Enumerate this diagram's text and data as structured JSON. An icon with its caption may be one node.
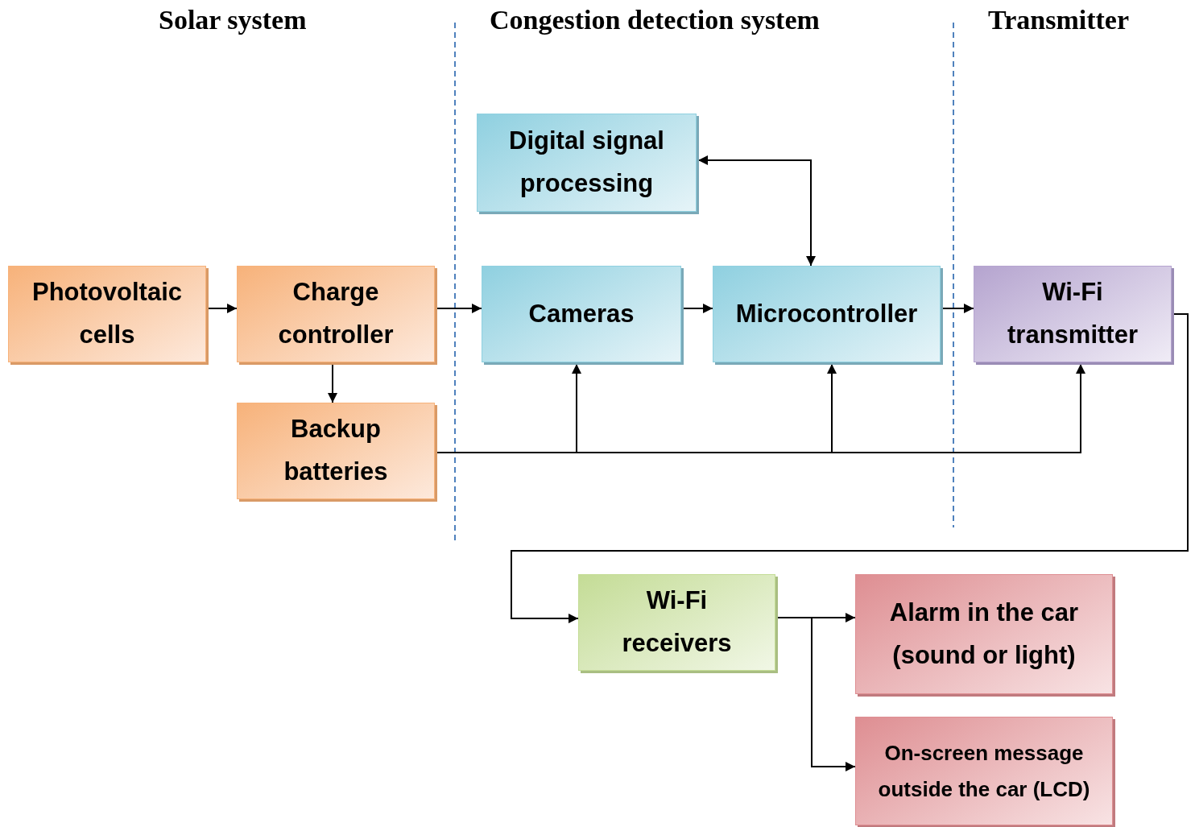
{
  "diagram": {
    "nodes": [
      {
        "text": [
          "Photovoltaic cells"
        ]
      },
      {
        "text": [
          "Charge controller"
        ]
      },
      {
        "text": [
          "Backup batteries"
        ]
      },
      {
        "text": [
          "Digital signal processing"
        ]
      },
      {
        "text": [
          "Cameras"
        ]
      },
      {
        "text": [
          "Microcontroller"
        ]
      },
      {
        "text": [
          "Wi-Fi transmitter"
        ]
      },
      {
        "text": [
          "Wi-Fi receivers"
        ]
      },
      {
        "text": [
          "Alarm in the car (sound or light)"
        ]
      },
      {
        "text": [
          "On-screen message outside the car (LCD)"
        ]
      }
    ],
    "edges": [
      {
        "from": 0,
        "to": 1,
        "arrow": "to"
      },
      {
        "from": 1,
        "to": 4,
        "arrow": "to"
      },
      {
        "from": 1,
        "to": 2,
        "arrow": "to"
      },
      {
        "from": 4,
        "to": 5,
        "arrow": "to"
      },
      {
        "from": 5,
        "to": 6,
        "arrow": "to"
      },
      {
        "from": 5,
        "to": 3,
        "arrow": "both"
      },
      {
        "from": 2,
        "to": 4,
        "arrow": "to"
      },
      {
        "from": 2,
        "to": 5,
        "arrow": "to"
      },
      {
        "from": 2,
        "to": 6,
        "arrow": "to"
      },
      {
        "from": 6,
        "to": 7,
        "arrow": "to"
      },
      {
        "from": 7,
        "to": 8,
        "arrow": "to"
      },
      {
        "from": 7,
        "to": 9,
        "arrow": "to"
      }
    ],
    "labels": [
      "Solar system",
      "Congestion detection system",
      "Transmitter"
    ]
  }
}
